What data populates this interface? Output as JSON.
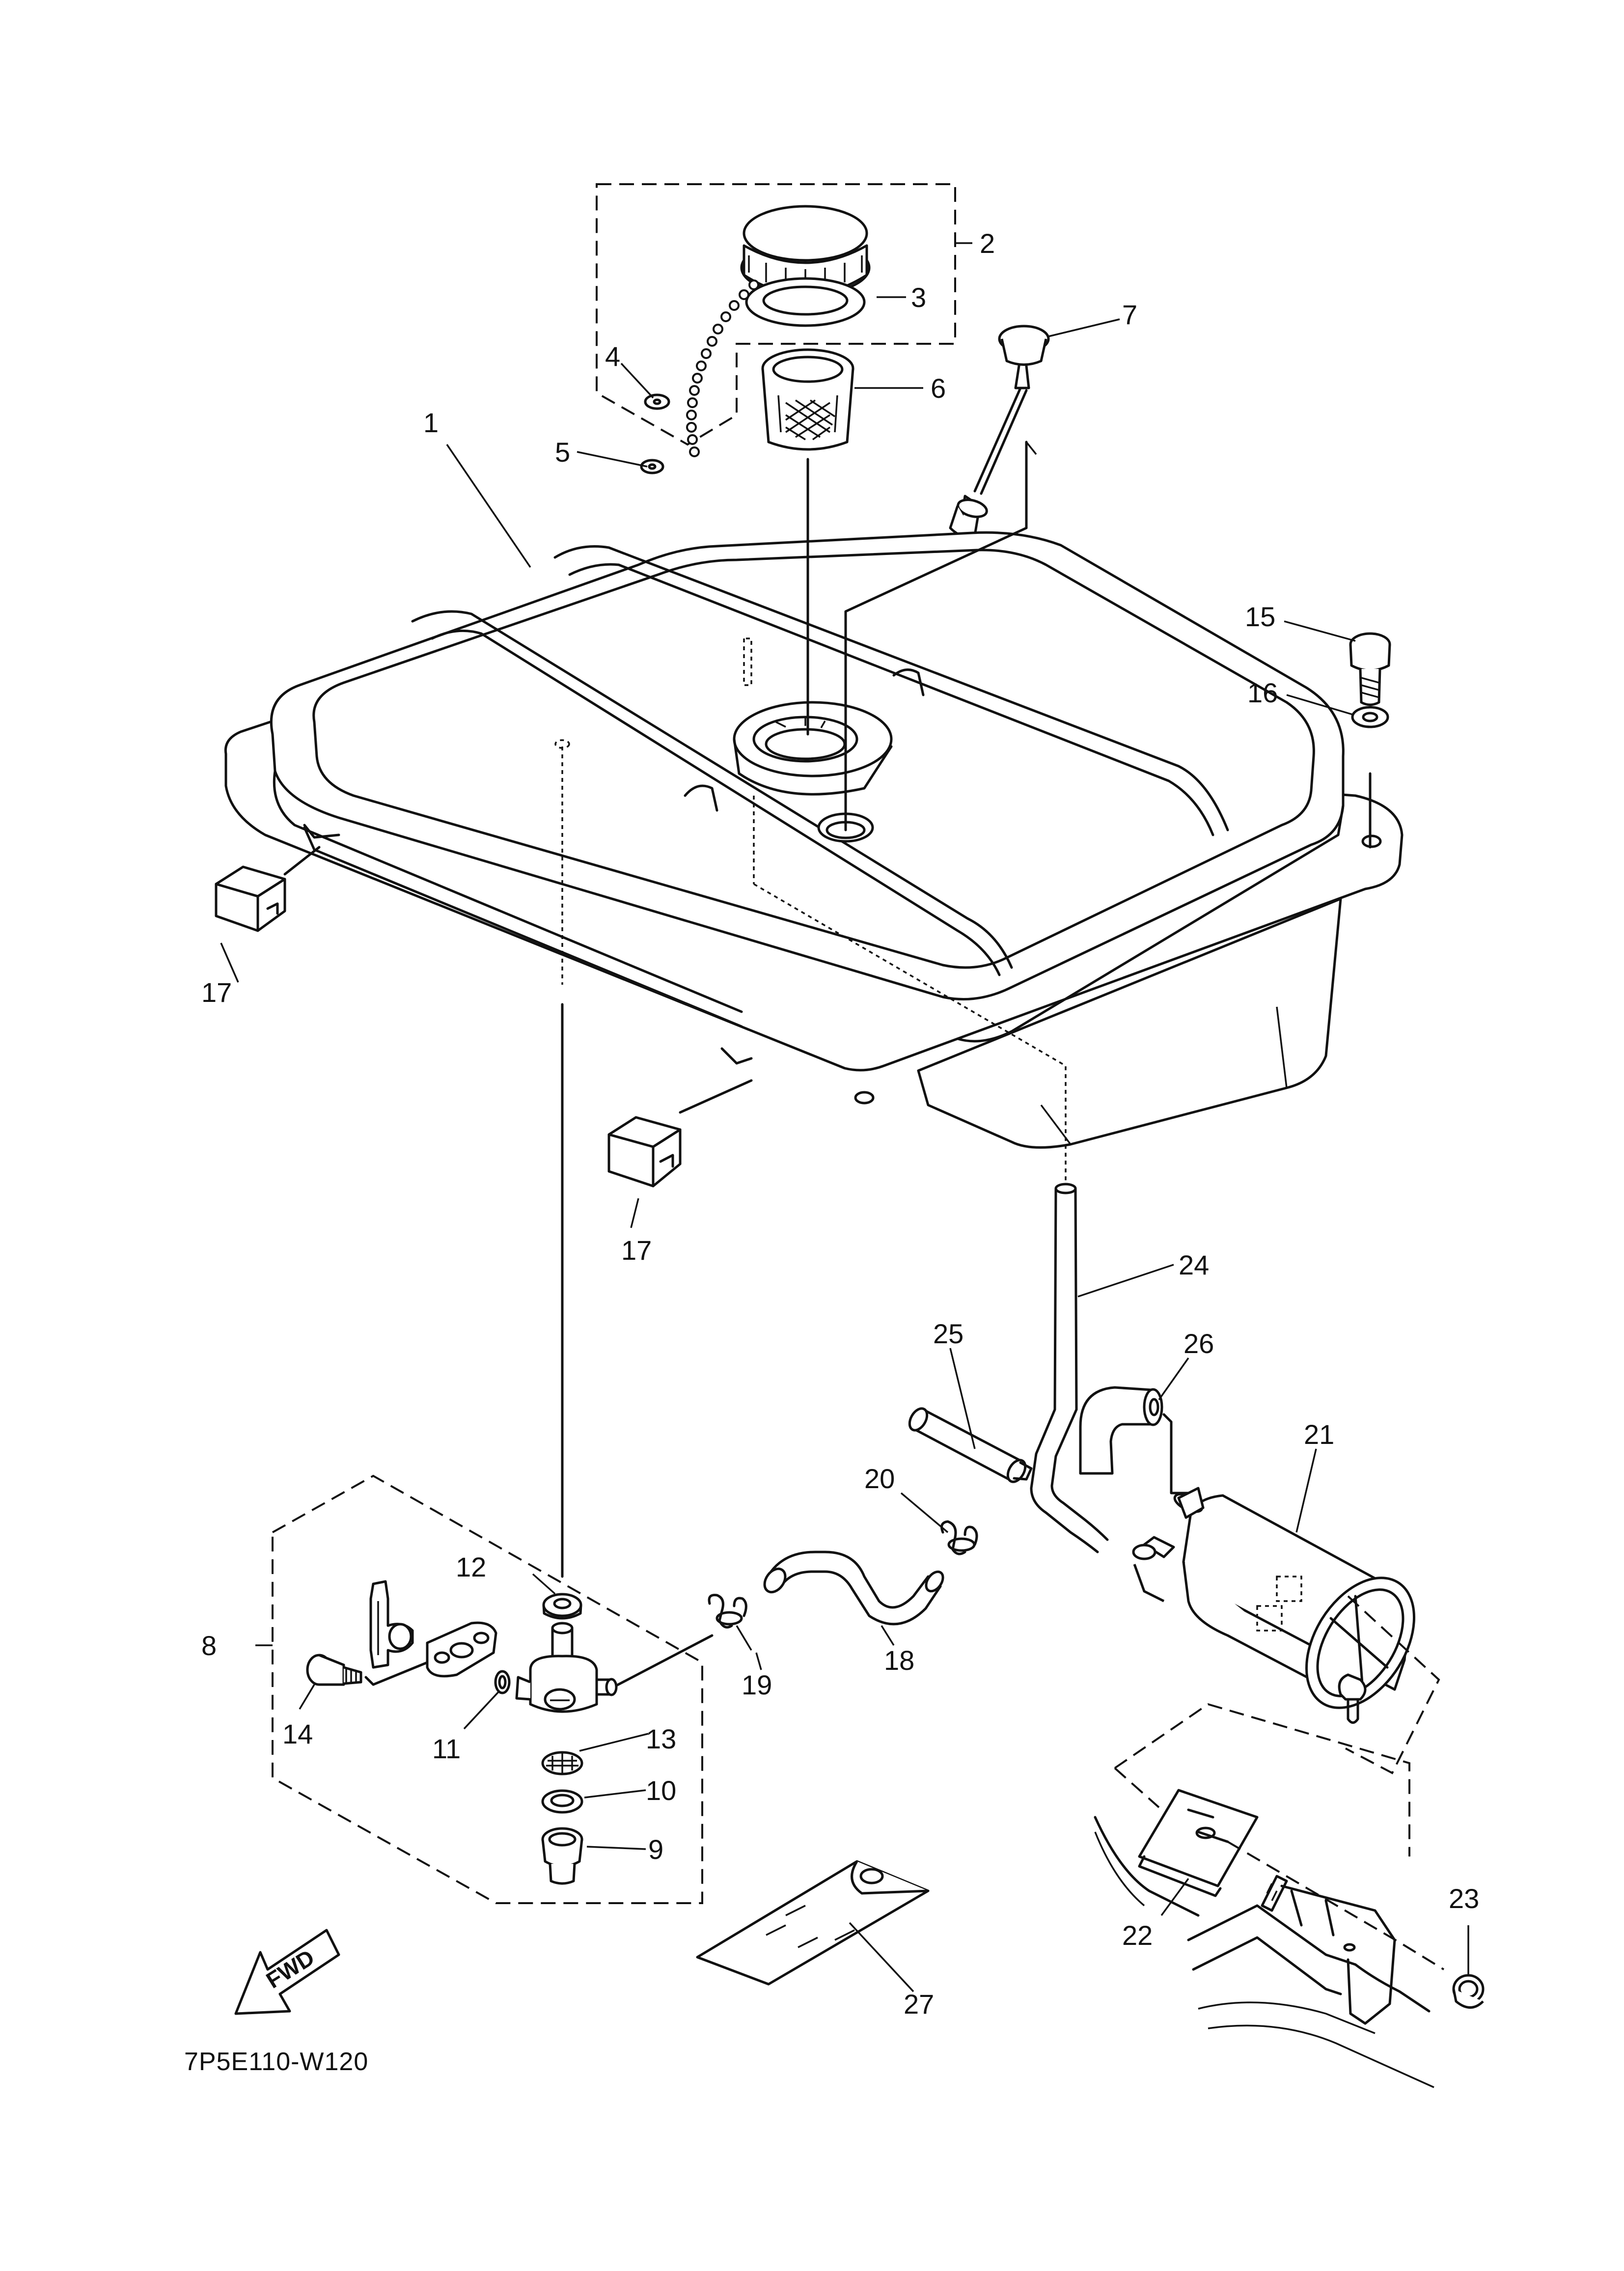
{
  "diagram": {
    "code": "7P5E110-W120",
    "fwd_label": "FWD",
    "callouts": [
      "1",
      "2",
      "3",
      "4",
      "5",
      "6",
      "7",
      "8",
      "9",
      "10",
      "11",
      "12",
      "13",
      "14",
      "15",
      "16",
      "17",
      "17",
      "18",
      "19",
      "20",
      "21",
      "22",
      "23",
      "24",
      "25",
      "26",
      "27"
    ]
  }
}
